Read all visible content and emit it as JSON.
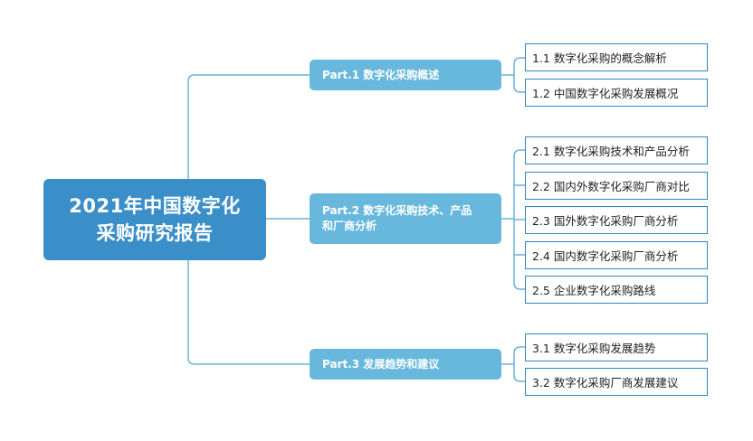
{
  "root": {
    "line1": "2021年中国数字化",
    "line2": "采购研究报告"
  },
  "parts": [
    {
      "label": "Part.1 数字化采购概述",
      "children": [
        "1.1 数字化采购的概念解析",
        "1.2 中国数字化采购发展概况"
      ]
    },
    {
      "label_line1": "Part.2 数字化采购技术、产品",
      "label_line2": "和厂商分析",
      "children": [
        "2.1 数字化采购技术和产品分析",
        "2.2 国内外数字化采购厂商对比",
        "2.3 国外数字化采购厂商分析",
        "2.4 国内数字化采购厂商分析",
        "2.5 企业数字化采购路线"
      ]
    },
    {
      "label": "Part.3 发展趋势和建议",
      "children": [
        "3.1 数字化采购发展趋势",
        "3.2 数字化采购厂商发展建议"
      ]
    }
  ],
  "colors": {
    "root": "#3b8fc8",
    "part": "#68b8de",
    "border": "#2d86c1",
    "line": "#6bb3d9"
  }
}
